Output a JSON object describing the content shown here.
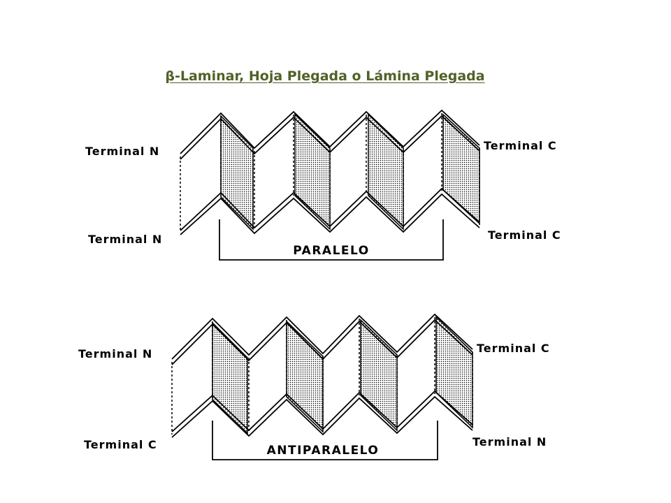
{
  "title": "β-Laminar, Hoja Plegada o Lámina Plegada",
  "colors": {
    "title": "#4f6228",
    "line": "#000000",
    "shade": "#d9d9d9"
  },
  "sheets": [
    {
      "label_left_top": "Terminal N",
      "label_left_bottom": "Terminal N",
      "label_right_top": "Terminal C",
      "label_right_bottom": "Terminal C",
      "bracket_label": "PARALELO"
    },
    {
      "label_left_top": "Terminal N",
      "label_left_bottom": "Terminal C",
      "label_right_top": "Terminal C",
      "label_right_bottom": "Terminal N",
      "bracket_label": "ANTIPARALELO"
    }
  ]
}
